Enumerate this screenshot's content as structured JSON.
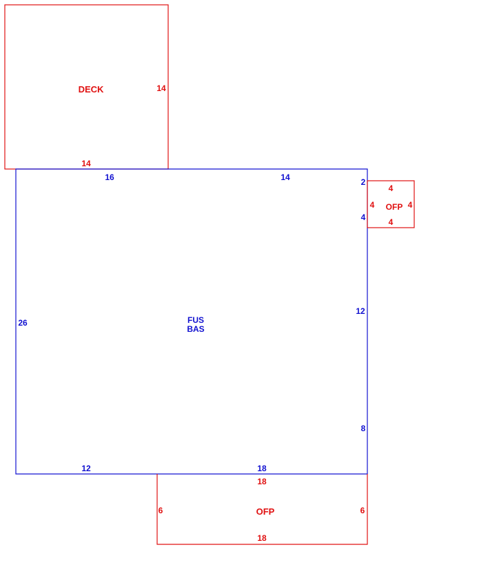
{
  "colors": {
    "main_area": "#1010d0",
    "addon_area": "#e01010",
    "background": "#ffffff"
  },
  "areas": {
    "main": {
      "labels": [
        "FUS",
        "BAS"
      ],
      "dimensions": {
        "top_left": "16",
        "top_right": "14",
        "right_top": "2",
        "right_upper": "4",
        "right_middle": "12",
        "right_lower": "8",
        "left": "26",
        "bottom_left": "12",
        "bottom_right": "18"
      }
    },
    "deck": {
      "label": "DECK",
      "dimensions": {
        "right": "14",
        "bottom": "14"
      }
    },
    "ofp_side": {
      "label": "OFP",
      "dimensions": {
        "top": "4",
        "bottom": "4",
        "left": "4",
        "right": "4"
      }
    },
    "ofp_bottom": {
      "label": "OFP",
      "dimensions": {
        "top": "18",
        "bottom": "18",
        "left": "6",
        "right": "6"
      }
    }
  }
}
